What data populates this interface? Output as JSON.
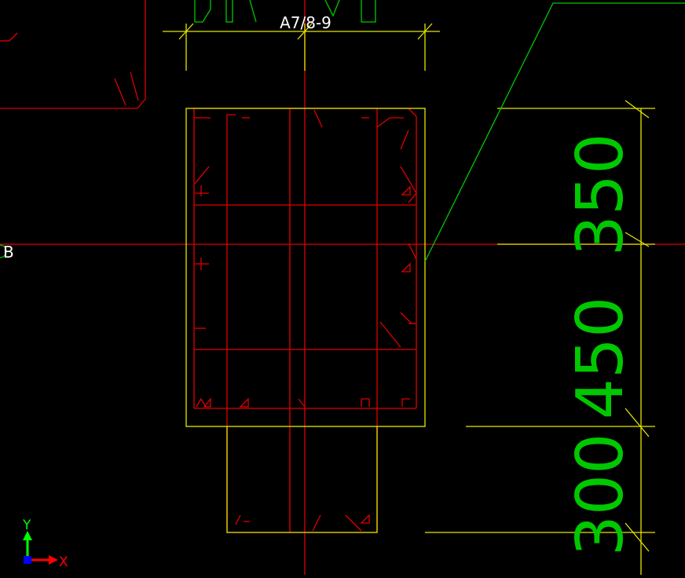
{
  "drawing": {
    "background": "#000000",
    "colors": {
      "rebar": "#e00000",
      "outline": "#e6e600",
      "dimension_text": "#00c800",
      "annotation_text": "#ffffff"
    }
  },
  "labels": {
    "grid_label": "A7/8-9",
    "axis_label": "B"
  },
  "dimensions": {
    "dim_top": "350",
    "dim_middle": "450",
    "dim_bottom": "300"
  },
  "ucs": {
    "x_label": "X",
    "y_label": "Y",
    "x_color": "#ff0000",
    "y_color": "#00ff00",
    "origin_color": "#0000ff"
  }
}
